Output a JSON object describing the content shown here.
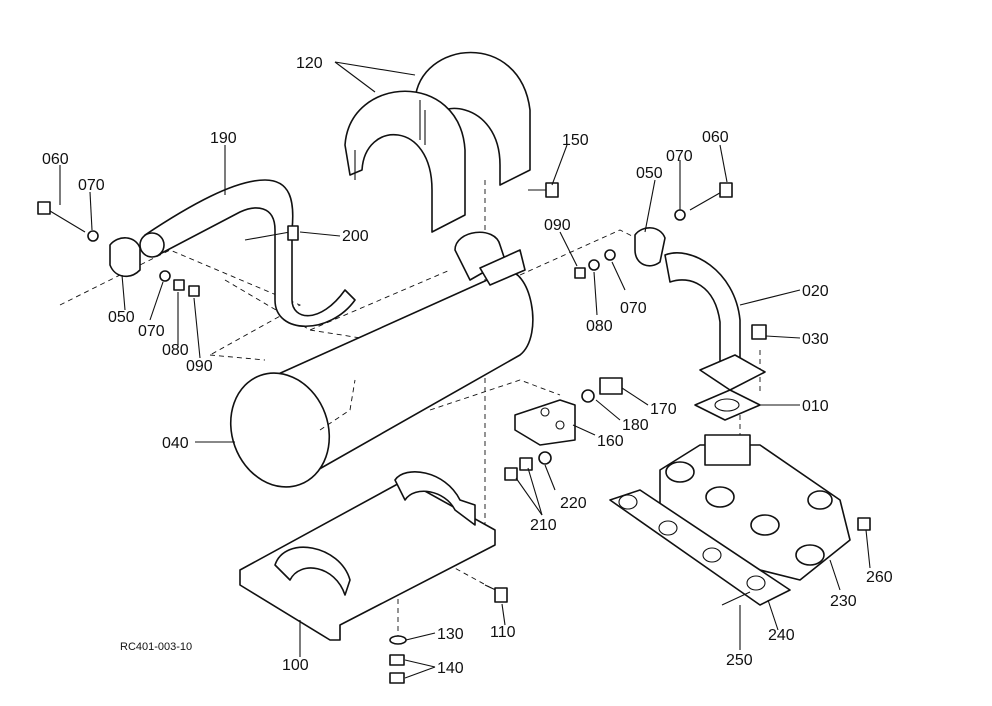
{
  "drawing_code": "RC401-003-10",
  "labels": {
    "p010": "010",
    "p020": "020",
    "p030": "030",
    "p040": "040",
    "p050_left": "050",
    "p050_right": "050",
    "p060_left": "060",
    "p060_right": "060",
    "p070_left_top": "070",
    "p070_left_bottom": "070",
    "p070_right_top": "070",
    "p070_right_bottom": "070",
    "p080_left": "080",
    "p080_right": "080",
    "p090_left": "090",
    "p090_right": "090",
    "p100": "100",
    "p110": "110",
    "p120": "120",
    "p130": "130",
    "p140": "140",
    "p150": "150",
    "p160": "160",
    "p170": "170",
    "p180": "180",
    "p190": "190",
    "p200": "200",
    "p210": "210",
    "p220": "220",
    "p230": "230",
    "p240": "240",
    "p250": "250",
    "p260": "260"
  }
}
